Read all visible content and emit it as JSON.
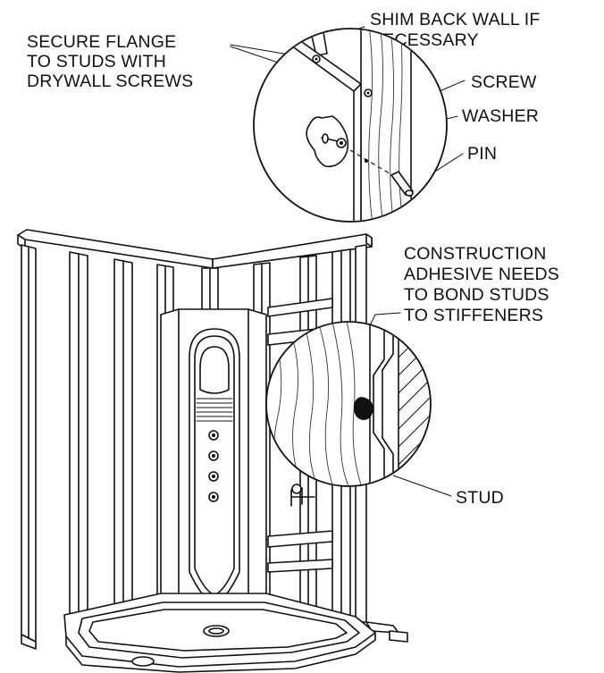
{
  "labels": {
    "secure_flange": [
      "SECURE FLANGE",
      "TO STUDS WITH",
      "DRYWALL SCREWS"
    ],
    "shim": [
      "SHIM BACK WALL IF",
      "NECESSARY"
    ],
    "screw": "SCREW",
    "washer": "WASHER",
    "pin": "PIN",
    "construction": [
      "CONSTRUCTION",
      "ADHESIVE NEEDS",
      "TO BOND STUDS",
      "TO STIFFENERS"
    ],
    "stud": "STUD"
  }
}
